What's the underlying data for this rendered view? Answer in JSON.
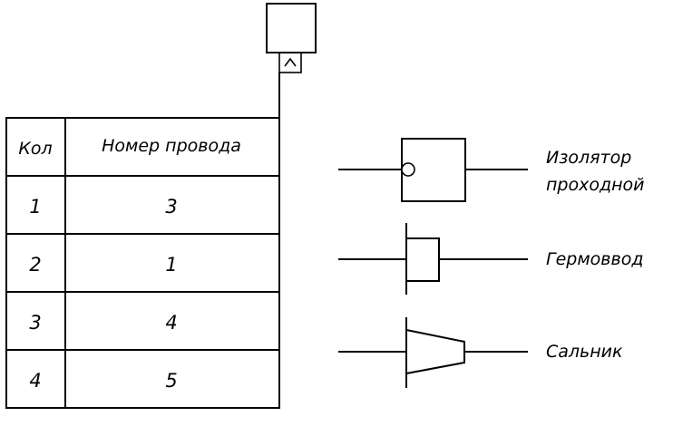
{
  "table": {
    "headers": {
      "col1": "Кол",
      "col2": "Номер провода"
    },
    "rows": [
      {
        "kol": "1",
        "wire": "3"
      },
      {
        "kol": "2",
        "wire": "1"
      },
      {
        "kol": "3",
        "wire": "4"
      },
      {
        "kol": "4",
        "wire": "5"
      }
    ]
  },
  "legend": {
    "insulator": {
      "line1": "Изолятор",
      "line2": "проходной"
    },
    "hermetic_input": "Гермоввод",
    "gland": "Сальник"
  },
  "connector_glyph": "^",
  "colors": {
    "stroke": "#000000",
    "background": "#ffffff"
  }
}
